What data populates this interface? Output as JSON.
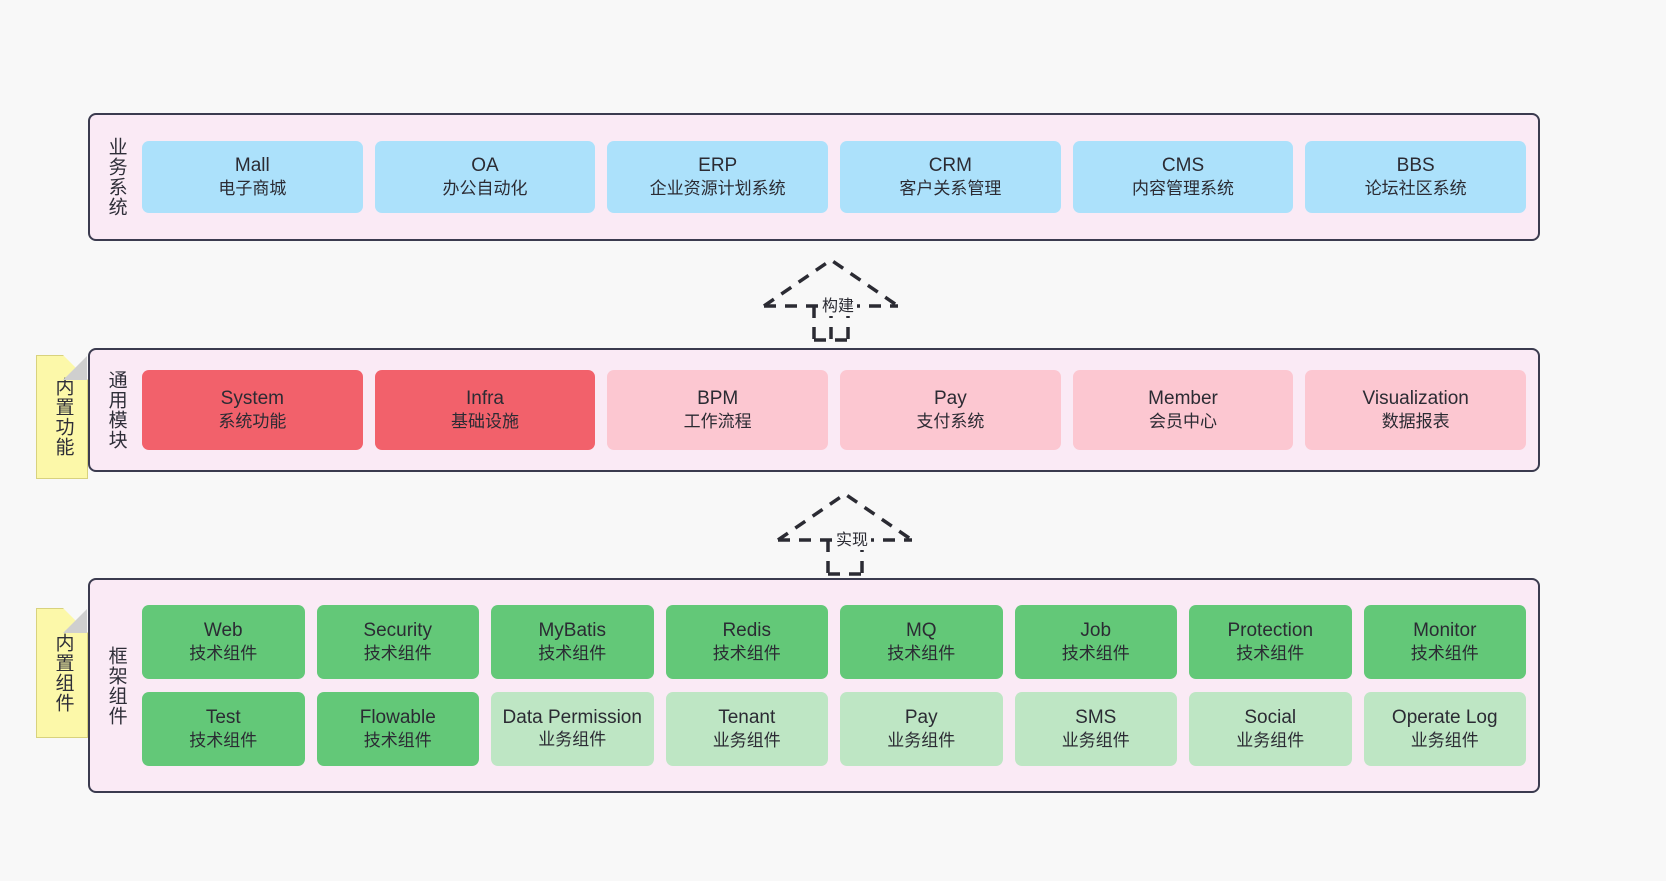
{
  "layers": [
    {
      "id": "business",
      "title": "业务系统",
      "cards": [
        {
          "en": "Mall",
          "cn": "电子商城"
        },
        {
          "en": "OA",
          "cn": "办公自动化"
        },
        {
          "en": "ERP",
          "cn": "企业资源计划系统"
        },
        {
          "en": "CRM",
          "cn": "客户关系管理"
        },
        {
          "en": "CMS",
          "cn": "内容管理系统"
        },
        {
          "en": "BBS",
          "cn": "论坛社区系统"
        }
      ]
    },
    {
      "id": "common",
      "title": "通用模块",
      "cards": [
        {
          "en": "System",
          "cn": "系统功能"
        },
        {
          "en": "Infra",
          "cn": "基础设施"
        },
        {
          "en": "BPM",
          "cn": "工作流程"
        },
        {
          "en": "Pay",
          "cn": "支付系统"
        },
        {
          "en": "Member",
          "cn": "会员中心"
        },
        {
          "en": "Visualization",
          "cn": "数据报表"
        }
      ]
    },
    {
      "id": "frame",
      "title": "框架组件",
      "row1": [
        {
          "en": "Web",
          "cn": "技术组件"
        },
        {
          "en": "Security",
          "cn": "技术组件"
        },
        {
          "en": "MyBatis",
          "cn": "技术组件"
        },
        {
          "en": "Redis",
          "cn": "技术组件"
        },
        {
          "en": "MQ",
          "cn": "技术组件"
        },
        {
          "en": "Job",
          "cn": "技术组件"
        },
        {
          "en": "Protection",
          "cn": "技术组件"
        },
        {
          "en": "Monitor",
          "cn": "技术组件"
        }
      ],
      "row2": [
        {
          "en": "Test",
          "cn": "技术组件"
        },
        {
          "en": "Flowable",
          "cn": "技术组件"
        },
        {
          "en": "Data Permission",
          "cn": "业务组件"
        },
        {
          "en": "Tenant",
          "cn": "业务组件"
        },
        {
          "en": "Pay",
          "cn": "业务组件"
        },
        {
          "en": "SMS",
          "cn": "业务组件"
        },
        {
          "en": "Social",
          "cn": "业务组件"
        },
        {
          "en": "Operate Log",
          "cn": "业务组件"
        }
      ]
    }
  ],
  "notes": {
    "features": "内置功能",
    "components": "内置组件"
  },
  "arrows": {
    "build": "构建",
    "implement": "实现"
  },
  "colors": {
    "layer_background": "#faeaf5",
    "layer_border": "#3b3b4f",
    "business_card": "#ace1fb",
    "common_card_highlight": "#f2616b",
    "common_card": "#fcc7d1",
    "tech_component_card": "#63c878",
    "business_component_card": "#bee6c4",
    "note": "#fcf8a9",
    "canvas": "#f8f8f8"
  }
}
